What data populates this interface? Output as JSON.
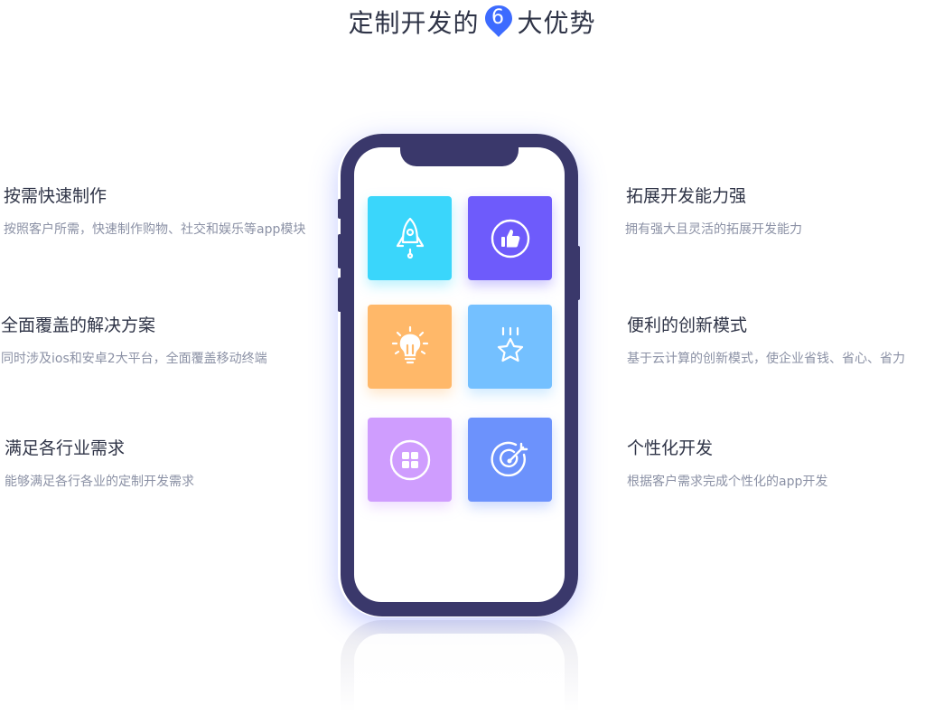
{
  "heading": {
    "before": "定制开发的",
    "number": "6",
    "after": "大优势"
  },
  "features": {
    "left": [
      {
        "title": "按需快速制作",
        "desc": "按照客户所需，快速制作购物、社交和娱乐等app模块"
      },
      {
        "title": "全面覆盖的解决方案",
        "desc": "同时涉及ios和安卓2大平台，全面覆盖移动终端"
      },
      {
        "title": "满足各行业需求",
        "desc": "能够满足各行各业的定制开发需求"
      }
    ],
    "right": [
      {
        "title": "拓展开发能力强",
        "desc": "拥有强大且灵活的拓展开发能力"
      },
      {
        "title": "便利的创新模式",
        "desc": "基于云计算的创新模式，使企业省钱、省心、省力"
      },
      {
        "title": "个性化开发",
        "desc": "根据客户需求完成个性化的app开发"
      }
    ]
  },
  "tiles": [
    {
      "icon": "rocket-icon",
      "color": "#3ad6fb"
    },
    {
      "icon": "thumbs-up-icon",
      "color": "#6e5bfb"
    },
    {
      "icon": "lightbulb-icon",
      "color": "#ffb869"
    },
    {
      "icon": "star-icon",
      "color": "#74c0ff"
    },
    {
      "icon": "app-grid-icon",
      "color": "#cf9dfe"
    },
    {
      "icon": "target-icon",
      "color": "#6c92fc"
    }
  ],
  "colors": {
    "phone_frame": "#3a386b",
    "badge": "#3d6bff",
    "title_text": "#2f3447",
    "desc_text": "#8b91a5"
  }
}
